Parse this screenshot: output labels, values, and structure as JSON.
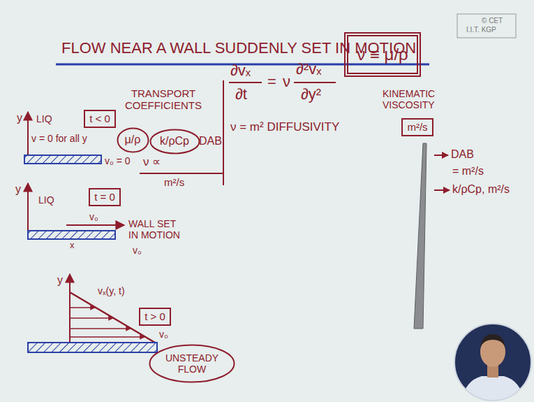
{
  "diagram": {
    "title": "FLOW NEAR A WALL SUDDENLY SET IN MOTION",
    "nodes": [
      {
        "text": [
          "t < 0"
        ]
      },
      {
        "text": [
          "t = 0"
        ]
      },
      {
        "text": [
          "t > 0"
        ]
      },
      {
        "text": [
          "UNSTEADY FLOW"
        ]
      },
      {
        "text": [
          "μ/ρ"
        ]
      },
      {
        "text": [
          "k/ρCp"
        ]
      },
      {
        "text": [
          "ν ≡ μ/ρ"
        ]
      },
      {
        "text": [
          "m²/s"
        ]
      }
    ],
    "labels": [
      "© CET",
      "I.I.T. KGP",
      "y",
      "LIQ",
      "v = 0 for all y",
      "v₀ = 0",
      "y",
      "LIQ",
      "v₀",
      "WALL SET IN MOTION",
      "v₀",
      "x",
      "y",
      "vₓ(y, t)",
      "v₀",
      "TRANSPORT COEFFICIENTS",
      "DAB",
      "ν ∝",
      "m²/s",
      "∂vₓ",
      "∂t",
      "=",
      "ν",
      "∂²vₓ",
      "∂y²",
      "ν = m² DIFFUSIVITY",
      "KINEMATIC VISCOSITY",
      "DAB",
      "= m²/s",
      "k/ρCp, m²/s"
    ]
  }
}
